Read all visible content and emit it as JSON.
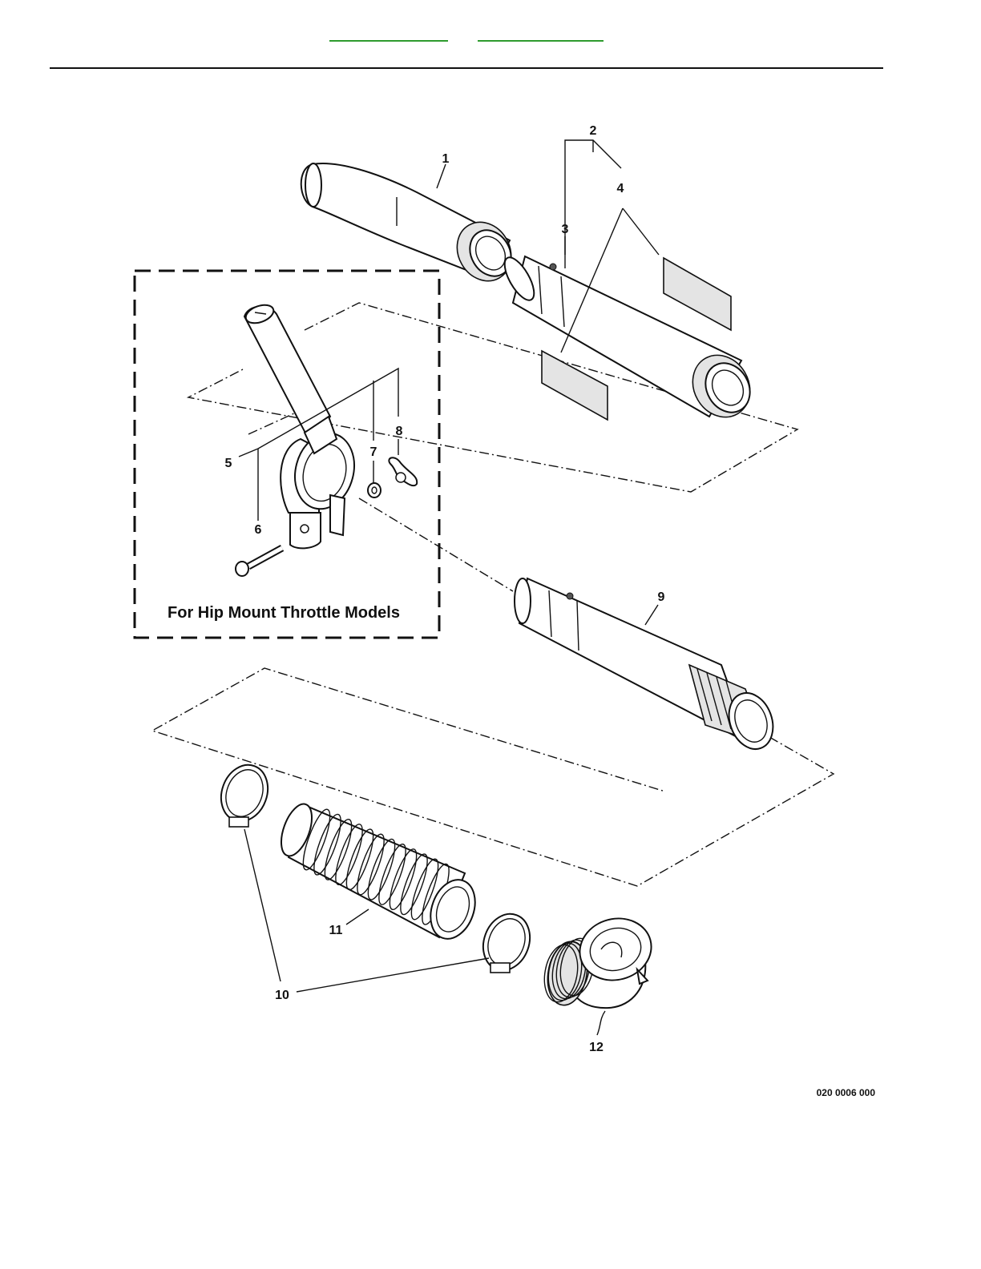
{
  "header": {
    "links": [
      "",
      ""
    ]
  },
  "callouts": [
    "1",
    "2",
    "3",
    "4",
    "5",
    "6",
    "7",
    "8",
    "9",
    "10",
    "11",
    "12"
  ],
  "inset": {
    "caption": "For Hip Mount Throttle Models"
  },
  "figure_code": "020 0006 000"
}
